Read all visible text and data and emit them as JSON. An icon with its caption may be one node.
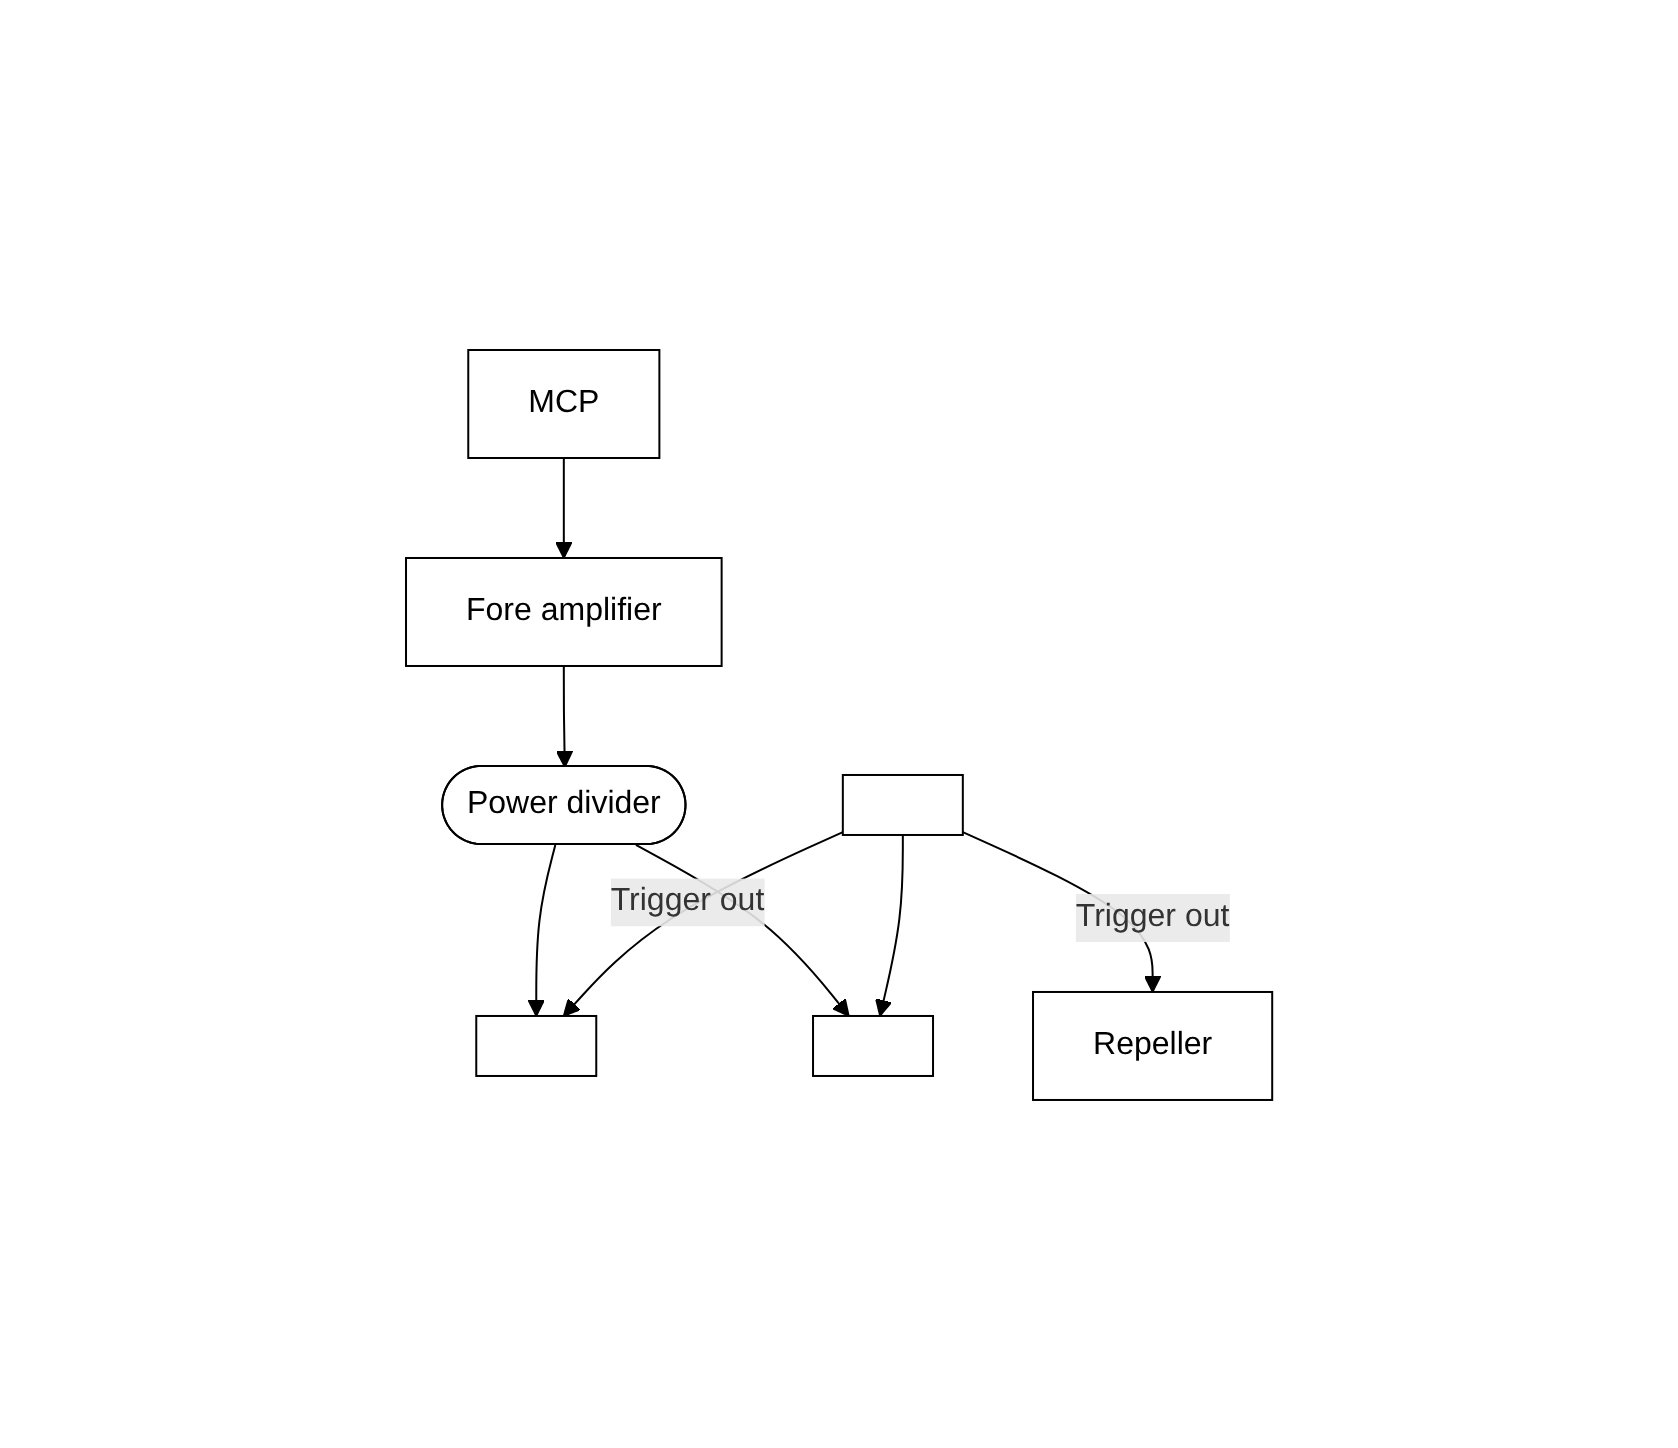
{
  "diagram": {
    "nodes": [
      {
        "text": [
          "MCP"
        ]
      },
      {
        "text": [
          "Fore amplifier"
        ]
      },
      {
        "text": [
          "Power divider"
        ]
      },
      {
        "text": [
          "Repeller"
        ]
      },
      {
        "text": [],
        "shape": "box"
      },
      {
        "text": [],
        "shape": "box"
      },
      {
        "text": [],
        "shape": "box"
      }
    ],
    "edges": [
      {
        "from": 0,
        "to": 1,
        "arrow": "to"
      },
      {
        "from": 1,
        "to": 2,
        "arrow": "to"
      },
      {
        "from": 2,
        "to": 4,
        "arrow": "to"
      },
      {
        "from": 2,
        "to": 5,
        "arrow": "to"
      },
      {
        "from": 6,
        "to": 3,
        "label": "Trigger out",
        "arrow": "to"
      },
      {
        "from": 6,
        "to": 4,
        "label": "Trigger out",
        "arrow": "to"
      },
      {
        "from": 6,
        "to": 5,
        "arrow": "to"
      }
    ]
  }
}
